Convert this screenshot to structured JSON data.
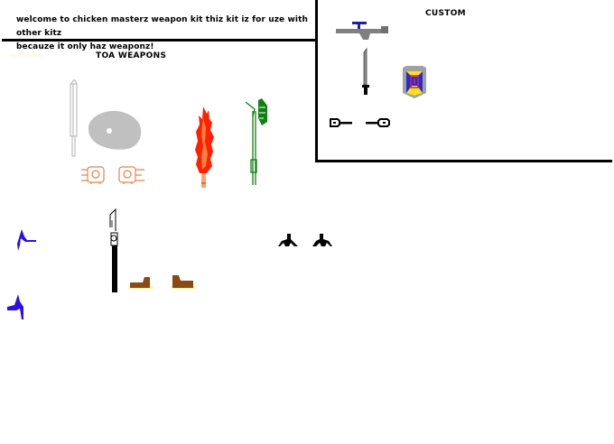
{
  "intro": {
    "line1": "welcome to chicken masterz weapon kit thiz kit iz for uze with other kitz",
    "line2": "becauze it only haz weaponz!"
  },
  "sections": {
    "toa_weapons": {
      "title": "TOA WEAPONS"
    },
    "custom": {
      "title": "CUSTOM"
    }
  },
  "sprites": {
    "toa": [
      {
        "name": "grey-sword",
        "color": "#b0b0b0"
      },
      {
        "name": "grey-disk",
        "color": "#c0c0c0"
      },
      {
        "name": "orange-hand-left",
        "color": "#f08040"
      },
      {
        "name": "orange-hand-right",
        "color": "#f08040"
      },
      {
        "name": "fire-sword",
        "color": "#ff2000"
      },
      {
        "name": "green-axe",
        "color": "#108010"
      }
    ],
    "custom": [
      {
        "name": "grey-rifle",
        "color": "#808080"
      },
      {
        "name": "black-sword",
        "color": "#404040"
      },
      {
        "name": "shield",
        "color": "#2030d0"
      },
      {
        "name": "black-connector-left",
        "color": "#000000"
      },
      {
        "name": "black-connector-right",
        "color": "#000000"
      }
    ],
    "misc": [
      {
        "name": "blue-blade-1",
        "color": "#3010e0"
      },
      {
        "name": "blue-blade-2",
        "color": "#3010e0"
      },
      {
        "name": "black-halberd",
        "color": "#000000"
      },
      {
        "name": "brown-foot-left",
        "color": "#8a4a10"
      },
      {
        "name": "brown-foot-right",
        "color": "#8a4a10"
      },
      {
        "name": "black-foot-left",
        "color": "#000000"
      },
      {
        "name": "black-foot-right",
        "color": "#000000"
      }
    ]
  }
}
